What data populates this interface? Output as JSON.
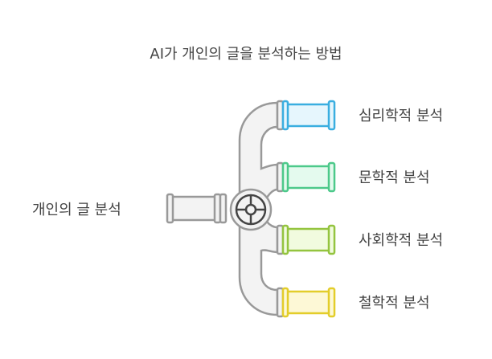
{
  "title": "AI가 개인의 글을 분석하는 방법",
  "source_label": "개인의 글 분석",
  "branches": [
    {
      "label": "심리학적 분석",
      "stroke": "#3aaee0",
      "fill": "#e6f6fd"
    },
    {
      "label": "문학적 분석",
      "stroke": "#4cc98a",
      "fill": "#e4faee"
    },
    {
      "label": "사회학적 분석",
      "stroke": "#94c43f",
      "fill": "#f1fbdf"
    },
    {
      "label": "철학적 분석",
      "stroke": "#e3cd2a",
      "fill": "#fdf8d6"
    }
  ]
}
